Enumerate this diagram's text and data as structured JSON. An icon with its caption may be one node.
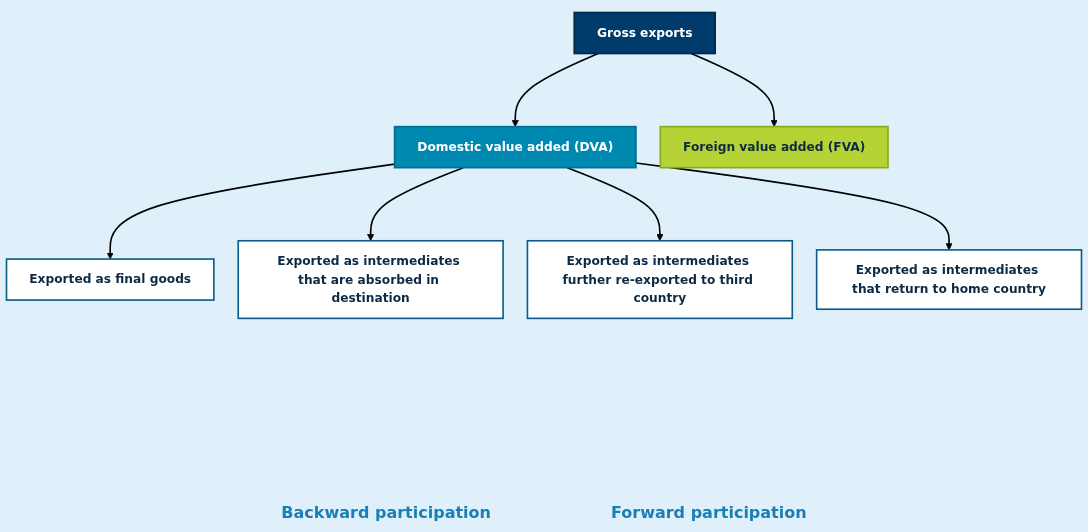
{
  "diagram": {
    "nodes": [
      {
        "text": [
          "Gross exports"
        ]
      },
      {
        "text": [
          "Domestic value added (DVA)"
        ]
      },
      {
        "text": [
          "Foreign value added (FVA)"
        ]
      },
      {
        "text": [
          "Exported as final goods"
        ]
      },
      {
        "text": [
          "Exported as intermediates that are absorbed in destination"
        ]
      },
      {
        "text": [
          "Exported as intermediates further re-exported to third country"
        ]
      },
      {
        "text": [
          "Exported as intermediates that return to home country"
        ]
      }
    ],
    "edges": [
      {
        "from": 0,
        "to": 1,
        "arrow": "to"
      },
      {
        "from": 0,
        "to": 2,
        "arrow": "to"
      },
      {
        "from": 1,
        "to": 3,
        "arrow": "to"
      },
      {
        "from": 1,
        "to": 4,
        "arrow": "to"
      },
      {
        "from": 1,
        "to": 5,
        "arrow": "to"
      },
      {
        "from": 1,
        "to": 6,
        "arrow": "to"
      }
    ],
    "labels": [
      "Backward participation",
      "Forward participation"
    ]
  }
}
